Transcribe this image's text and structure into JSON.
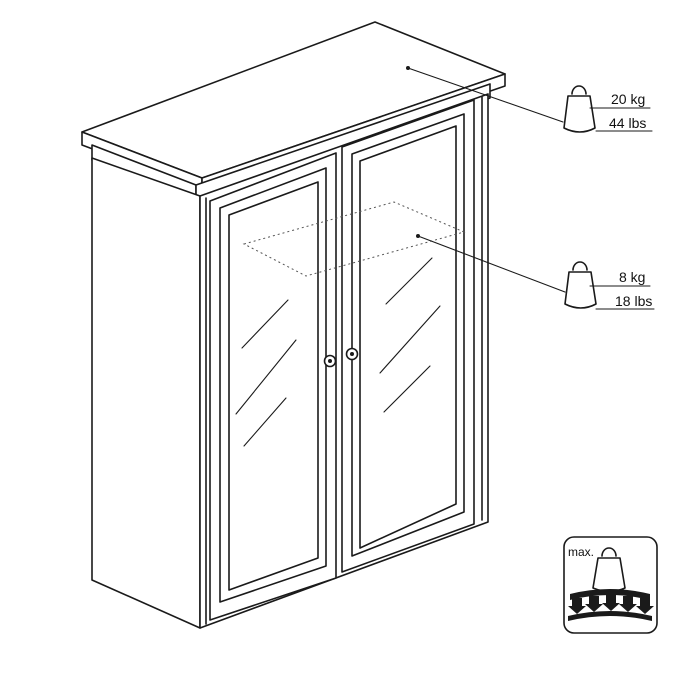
{
  "weights": {
    "top": {
      "kg": "20 kg",
      "lbs": "44 lbs"
    },
    "shelf": {
      "kg": "8 kg",
      "lbs": "18 lbs"
    }
  },
  "max_badge": {
    "label": "max."
  },
  "icons": [
    "weight-icon",
    "weight-icon",
    "max-load-icon",
    "downward-arrows-icon"
  ],
  "colors": {
    "line": "#1a1a1a",
    "background": "#ffffff"
  }
}
